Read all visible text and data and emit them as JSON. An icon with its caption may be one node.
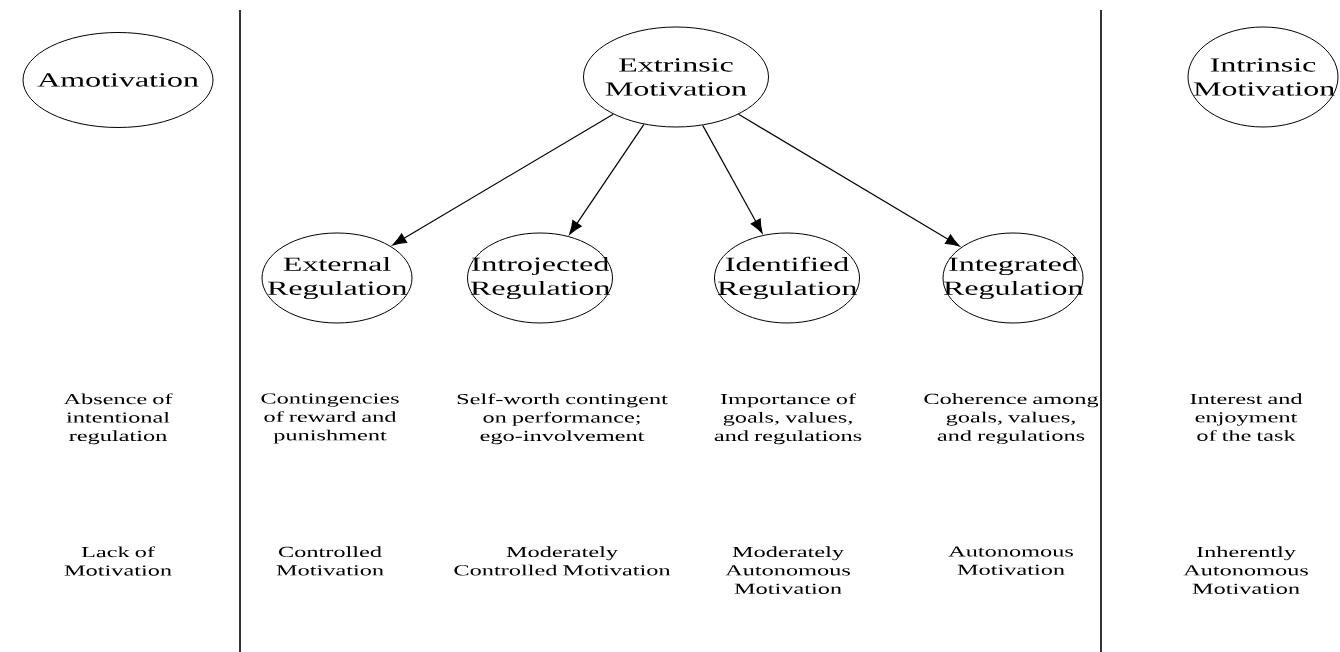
{
  "diagram": {
    "nodes": [
      {
        "text": [
          "Amotivation"
        ]
      },
      {
        "text": [
          "Extrinsic Motivation"
        ]
      },
      {
        "text": [
          "Intrinsic Motivation"
        ]
      },
      {
        "text": [
          "External Regulation"
        ]
      },
      {
        "text": [
          "Introjected Regulation"
        ]
      },
      {
        "text": [
          "Identified Regulation"
        ]
      },
      {
        "text": [
          "Integrated Regulation"
        ]
      }
    ],
    "edges": [
      {
        "from": 1,
        "to": 3,
        "arrow": "to"
      },
      {
        "from": 1,
        "to": 4,
        "arrow": "to"
      },
      {
        "from": 1,
        "to": 5,
        "arrow": "to"
      },
      {
        "from": 1,
        "to": 6,
        "arrow": "to"
      }
    ],
    "labels": [
      "Absence of intentional regulation",
      "Contingencies of reward and punishment",
      "Self-worth contingent on performance; ego-involvement",
      "Importance of goals, values, and regulations",
      "Coherence among goals, values, and regulations",
      "Interest and enjoyment of the task",
      "Lack of Motivation",
      "Controlled Motivation",
      "Moderately Controlled Motivation",
      "Moderately Autonomous Motivation",
      "Autonomous Motivation",
      "Inherently Autonomous Motivation"
    ]
  }
}
